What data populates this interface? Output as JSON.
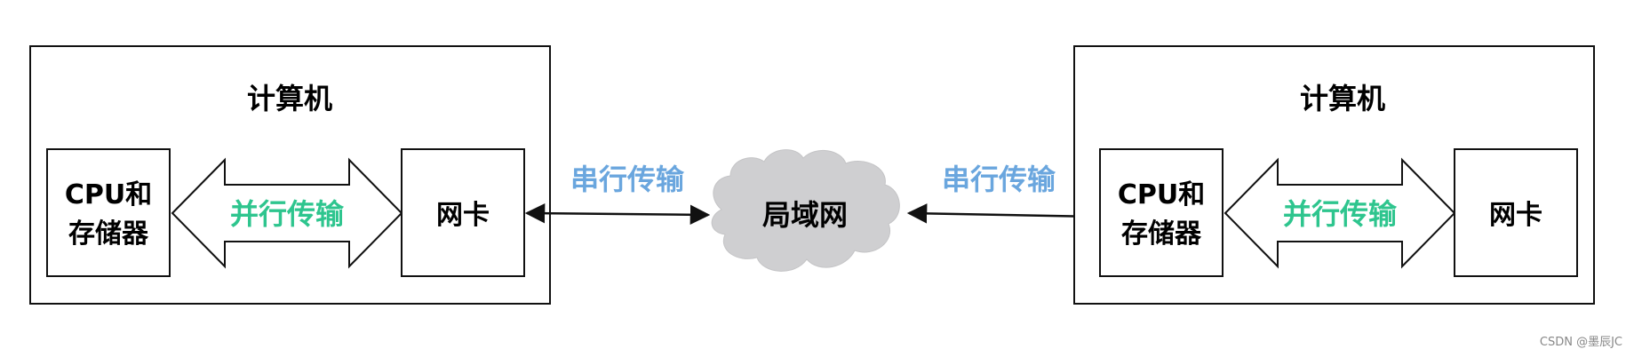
{
  "colors": {
    "parallel_text": "#2ec58e",
    "serial_text": "#6aa6de",
    "cloud_fill": "#cfcfd1",
    "line": "#111111"
  },
  "left_computer": {
    "title": "计算机",
    "cpu_line1": "CPU和",
    "cpu_line2": "存储器",
    "nic": "网卡",
    "bus_label": "并行传输"
  },
  "right_computer": {
    "title": "计算机",
    "cpu_line1": "CPU和",
    "cpu_line2": "存储器",
    "nic": "网卡",
    "bus_label": "并行传输"
  },
  "network": {
    "label": "局域网",
    "left_link_label": "串行传输",
    "right_link_label": "串行传输"
  },
  "watermark": "CSDN @墨辰JC"
}
